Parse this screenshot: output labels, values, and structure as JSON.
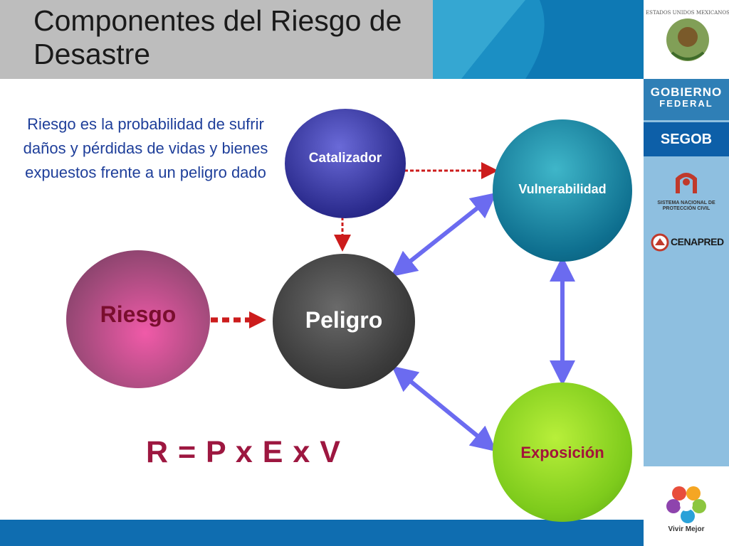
{
  "header": {
    "title": "Componentes del Riesgo de Desastre"
  },
  "description": "Riesgo es la probabilidad de sufrir daños y pérdidas de vidas y bienes expuestos frente a un peligro dado",
  "nodes": {
    "catalizador": "Catalizador",
    "vulnerabilidad": "Vulnerabilidad",
    "riesgo": "Riesgo",
    "peligro": "Peligro",
    "exposicion": "Exposición"
  },
  "formula": "R = P x E x V",
  "sidebar": {
    "gobierno": "GOBIERNO",
    "federal": "FEDERAL",
    "segob": "SEGOB",
    "sinaproc": "SISTEMA NACIONAL DE PROTECCIÓN CIVIL",
    "cenapred": "CENAPRED",
    "vivir_mejor": "Vivir Mejor",
    "seal_text": "ESTADOS UNIDOS MEXICANOS"
  },
  "colors": {
    "header_gray": "#bdbdbd",
    "header_blue": "#1b8fc4",
    "description_text": "#1f3f9a",
    "formula_text": "#9d1740",
    "arrow_blue": "#6b6bf0",
    "arrow_red": "#cc1c1c"
  }
}
